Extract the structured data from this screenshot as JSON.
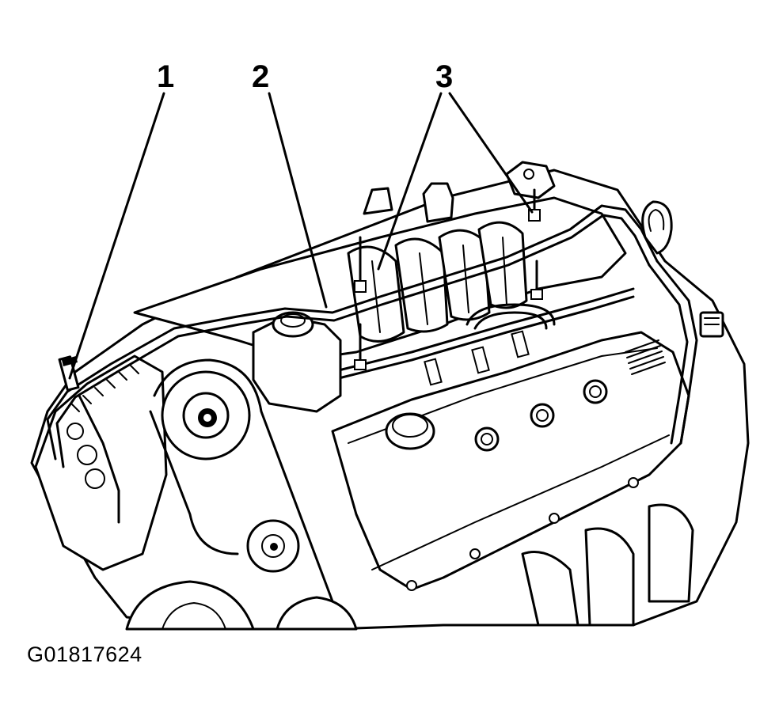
{
  "figure": {
    "figure_id": "G01817624",
    "callouts": [
      {
        "label": "1",
        "target": "wiring-harness-clip"
      },
      {
        "label": "2",
        "target": "wiring-harness"
      },
      {
        "label": "3",
        "target": "harness-bolts"
      }
    ]
  }
}
